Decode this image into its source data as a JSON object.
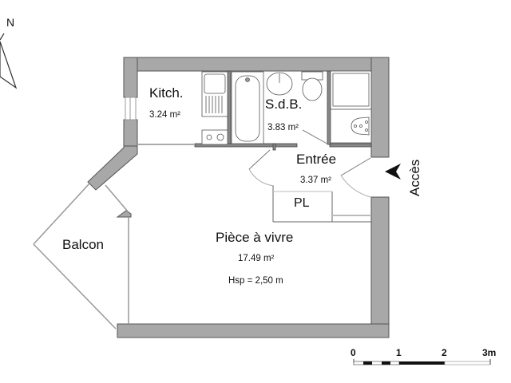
{
  "plan": {
    "north_label": "N",
    "access_label": "Accès",
    "wall_color": "#a8a8a8",
    "wall_stroke": "#555555",
    "rooms": [
      {
        "name": "Kitch.",
        "area": "3.24 m²"
      },
      {
        "name": "S.d.B.",
        "area": "3.83 m²"
      },
      {
        "name": "Entrée",
        "area": "3.37 m²"
      },
      {
        "name": "Pièce à vivre",
        "area": "17.49 m²",
        "height": "Hsp = 2,50 m"
      },
      {
        "name": "Balcon"
      }
    ],
    "closet_label": "PL",
    "scale": {
      "ticks": [
        "0",
        "1",
        "2",
        "3m"
      ]
    }
  }
}
